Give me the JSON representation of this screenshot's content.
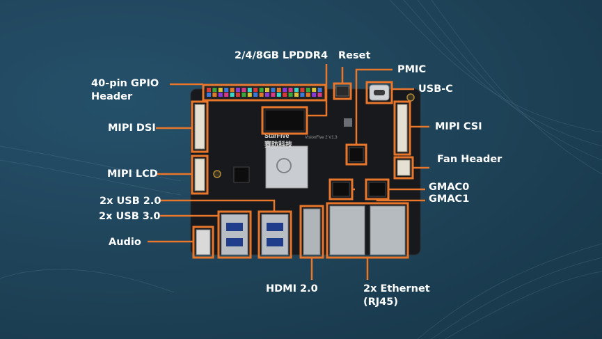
{
  "diagram": {
    "accent_color": "#e8762b",
    "board_color": "#17191c",
    "background_color": "#1e4257",
    "logo": {
      "brand_en": "StarFive",
      "brand_cn": "赛昉科技",
      "model_text": "VisionFive 2 V1.3"
    },
    "labels": {
      "gpio_line1": "40-pin GPIO",
      "gpio_line2": "Header",
      "lpddr4": "2/4/8GB LPDDR4",
      "reset": "Reset",
      "pmic": "PMIC",
      "usbc": "USB-C",
      "mipi_dsi": "MIPI DSI",
      "mipi_csi": "MIPI CSI",
      "fan_header": "Fan Header",
      "mipi_lcd": "MIPI LCD",
      "gmac0": "GMAC0",
      "gmac1": "GMAC1",
      "usb20": "2x USB 2.0",
      "usb30": "2x USB 3.0",
      "audio": "Audio",
      "hdmi": "HDMI 2.0",
      "ethernet_line1": "2x Ethernet",
      "ethernet_line2": "(RJ45)"
    }
  }
}
